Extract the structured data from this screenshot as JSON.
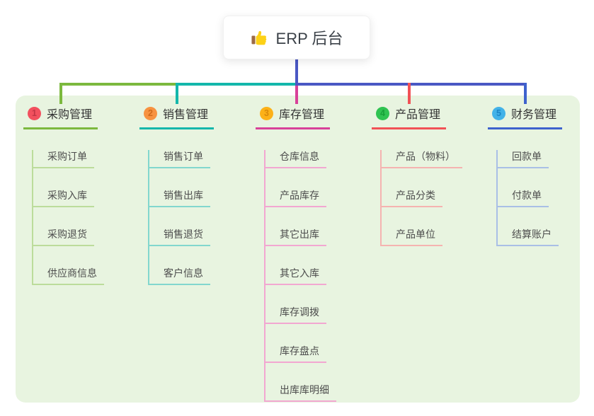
{
  "root": {
    "label": "ERP 后台",
    "icon": "thumbs-up-icon"
  },
  "colors": {
    "page_bg": "#ffffff",
    "panel_bg": "#e8f4e0",
    "card_bg": "#ffffff",
    "root_connector": "#4a58c4",
    "title_text": "#333333",
    "child_text": "#4d4d4d"
  },
  "branches": [
    {
      "num": "1",
      "label": "采购管理",
      "badge_bg": "#f2505e",
      "badge_num_color": "#c23645",
      "line_color": "#7cb93e",
      "child_line_color": "#bcdc9b",
      "children": [
        "采购订单",
        "采购入库",
        "采购退货",
        "供应商信息"
      ]
    },
    {
      "num": "2",
      "label": "销售管理",
      "badge_bg": "#f79240",
      "badge_num_color": "#d16a1b",
      "line_color": "#13b7ab",
      "child_line_color": "#82d7ce",
      "children": [
        "销售订单",
        "销售出库",
        "销售退货",
        "客户信息"
      ]
    },
    {
      "num": "3",
      "label": "库存管理",
      "badge_bg": "#fcb118",
      "badge_num_color": "#d8890a",
      "line_color": "#d84199",
      "child_line_color": "#f2a7d1",
      "children": [
        "仓库信息",
        "产品库存",
        "其它出库",
        "其它入库",
        "库存调拨",
        "库存盘点",
        "出库库明细"
      ]
    },
    {
      "num": "4",
      "label": "产品管理",
      "badge_bg": "#2fc351",
      "badge_num_color": "#17a038",
      "line_color": "#f15156",
      "child_line_color": "#f5b3b0",
      "children": [
        "产品（物料）",
        "产品分类",
        "产品单位"
      ]
    },
    {
      "num": "5",
      "label": "财务管理",
      "badge_bg": "#42b2e8",
      "badge_num_color": "#1c85c6",
      "line_color": "#3e62cd",
      "child_line_color": "#a9bfe6",
      "children": [
        "回款单",
        "付款单",
        "结算账户"
      ]
    }
  ]
}
